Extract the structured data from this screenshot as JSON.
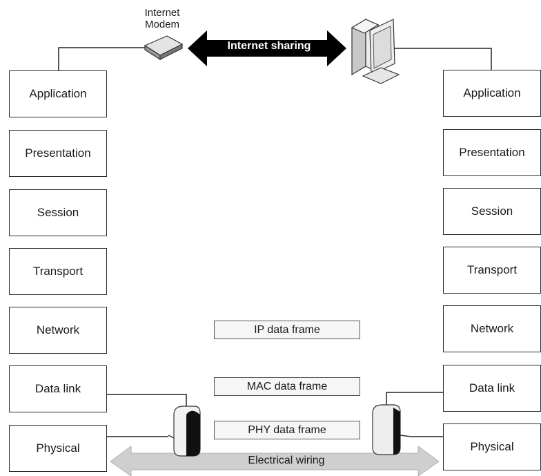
{
  "modem": {
    "line1": "Internet",
    "line2": "Modem",
    "icon": "modem-icon"
  },
  "computer": {
    "icon": "desktop-computer-icon"
  },
  "internet_sharing": "Internet sharing",
  "left_stack": {
    "layers": [
      "Application",
      "Presentation",
      "Session",
      "Transport",
      "Network",
      "Data link",
      "Physical"
    ]
  },
  "right_stack": {
    "layers": [
      "Application",
      "Presentation",
      "Session",
      "Transport",
      "Network",
      "Data link",
      "Physical"
    ]
  },
  "frames": {
    "ip": "IP data frame",
    "mac": "MAC data frame",
    "phy": "PHY data frame"
  },
  "adapters": {
    "icon": "powerline-adapter-icon"
  },
  "electrical_wiring": "Electrical wiring",
  "colors": {
    "box_border": "#2a2a2a",
    "arrow_black": "#000000",
    "wiring_arrow": "#cfcfcf"
  }
}
